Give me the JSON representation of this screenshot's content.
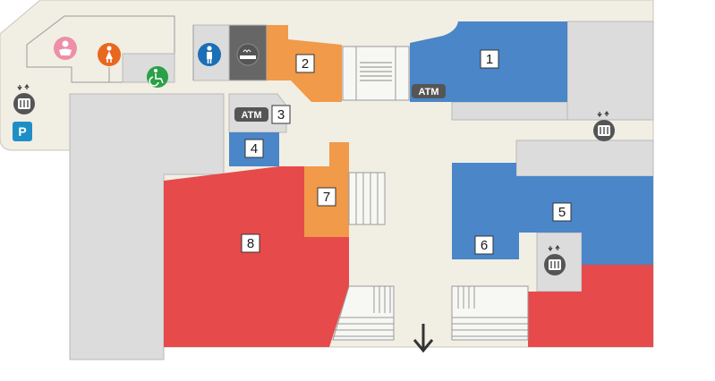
{
  "colors": {
    "floor": "#f1eee4",
    "building": "#dcdcdc",
    "outline": "#b9b9b9",
    "red": "#e64a4a",
    "blue": "#4a86c8",
    "orange": "#f09a4a",
    "dark_gray": "#666666",
    "parking": "#1e8fc6",
    "toilet_male": "#1a6fb7",
    "toilet_female": "#e8681e",
    "baby": "#ee8fa7",
    "accessible": "#2aa048"
  },
  "stores": [
    {
      "id": "1",
      "label": "1",
      "color": "blue"
    },
    {
      "id": "2",
      "label": "2",
      "color": "orange"
    },
    {
      "id": "3",
      "label": "3",
      "color": "none"
    },
    {
      "id": "4",
      "label": "4",
      "color": "blue"
    },
    {
      "id": "5",
      "label": "5",
      "color": "blue"
    },
    {
      "id": "6",
      "label": "6",
      "color": "blue"
    },
    {
      "id": "7",
      "label": "7",
      "color": "orange"
    },
    {
      "id": "8",
      "label": "8",
      "color": "red"
    }
  ],
  "atm": {
    "label": "ATM"
  },
  "parking": {
    "label": "P"
  },
  "icons": {
    "baby_room": "baby-room-icon",
    "female_toilet": "female-toilet-icon",
    "accessible_toilet": "accessible-toilet-icon",
    "male_toilet": "male-toilet-icon",
    "smoking_area": "smoking-area-icon",
    "elevator": "elevator-icon",
    "exit_arrow": "down-arrow-icon"
  }
}
